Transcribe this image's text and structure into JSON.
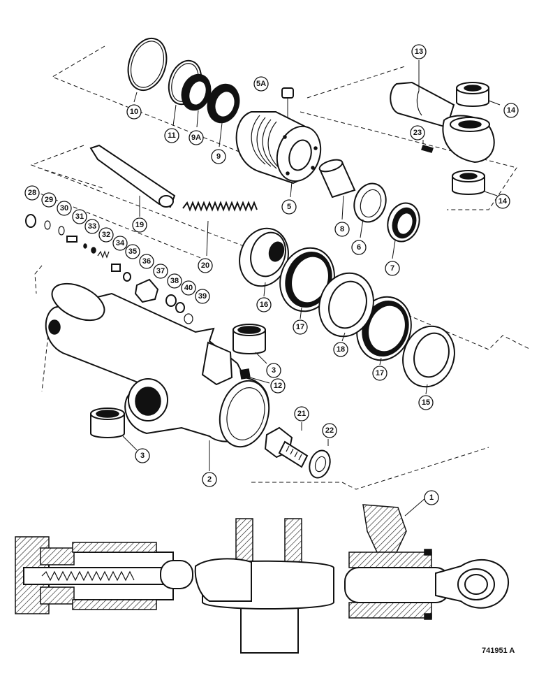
{
  "figure_id": "741951 A",
  "callouts": [
    {
      "id": "c10",
      "label": "10"
    },
    {
      "id": "c11",
      "label": "11"
    },
    {
      "id": "c9a",
      "label": "9A"
    },
    {
      "id": "c9",
      "label": "9"
    },
    {
      "id": "c5a",
      "label": "5A"
    },
    {
      "id": "c5",
      "label": "5"
    },
    {
      "id": "c13",
      "label": "13"
    },
    {
      "id": "c14a",
      "label": "14"
    },
    {
      "id": "c14b",
      "label": "14"
    },
    {
      "id": "c23",
      "label": "23"
    },
    {
      "id": "c8",
      "label": "8"
    },
    {
      "id": "c6",
      "label": "6"
    },
    {
      "id": "c7",
      "label": "7"
    },
    {
      "id": "c28",
      "label": "28"
    },
    {
      "id": "c29",
      "label": "29"
    },
    {
      "id": "c30",
      "label": "30"
    },
    {
      "id": "c31",
      "label": "31"
    },
    {
      "id": "c33",
      "label": "33"
    },
    {
      "id": "c32",
      "label": "32"
    },
    {
      "id": "c34",
      "label": "34"
    },
    {
      "id": "c35",
      "label": "35"
    },
    {
      "id": "c36",
      "label": "36"
    },
    {
      "id": "c37",
      "label": "37"
    },
    {
      "id": "c38",
      "label": "38"
    },
    {
      "id": "c40",
      "label": "40"
    },
    {
      "id": "c39",
      "label": "39"
    },
    {
      "id": "c19",
      "label": "19"
    },
    {
      "id": "c20",
      "label": "20"
    },
    {
      "id": "c16",
      "label": "16"
    },
    {
      "id": "c17a",
      "label": "17"
    },
    {
      "id": "c18",
      "label": "18"
    },
    {
      "id": "c17b",
      "label": "17"
    },
    {
      "id": "c15",
      "label": "15"
    },
    {
      "id": "c3a",
      "label": "3"
    },
    {
      "id": "c12",
      "label": "12"
    },
    {
      "id": "c3b",
      "label": "3"
    },
    {
      "id": "c2",
      "label": "2"
    },
    {
      "id": "c21",
      "label": "21"
    },
    {
      "id": "c22",
      "label": "22"
    },
    {
      "id": "c1",
      "label": "1"
    }
  ]
}
